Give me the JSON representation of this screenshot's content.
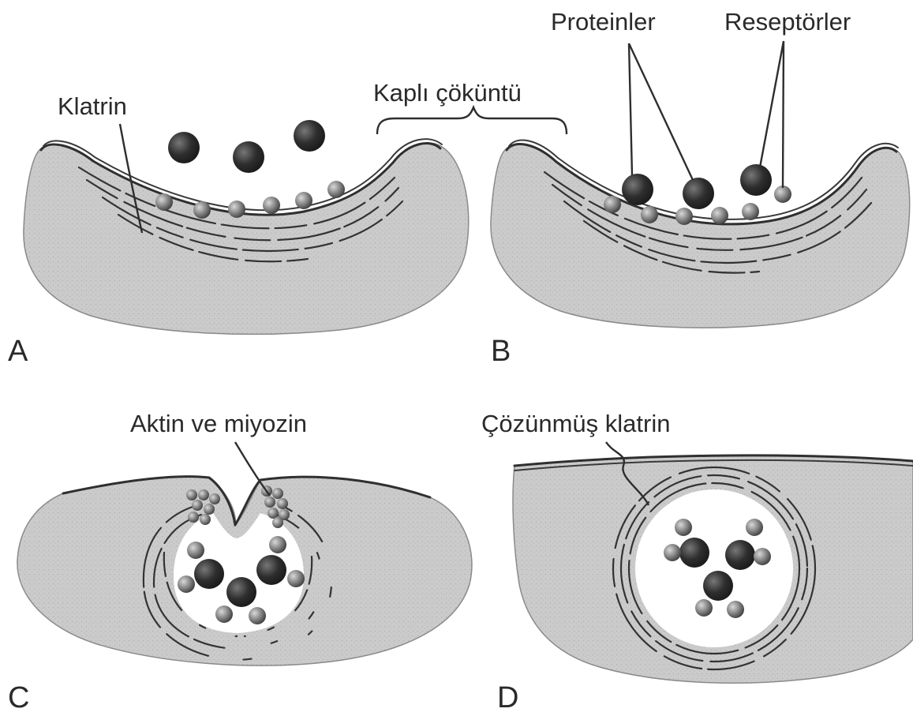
{
  "labels": {
    "klatrin": "Klatrin",
    "kapli_cokuntu": "Kaplı çöküntü",
    "proteinler": "Proteinler",
    "reseptorler": "Reseptörler",
    "aktin_miyozin": "Aktin ve miyozin",
    "cozunmus_klatrin": "Çözünmüş klatrin"
  },
  "panels": {
    "a": "A",
    "b": "B",
    "c": "C",
    "d": "D"
  },
  "colors": {
    "cytoplasm": "#c9c9c9",
    "membrane": "#2f2f2f",
    "large_particle": "#2b2b2b",
    "small_particle": "#7a7a7a",
    "background": "#ffffff"
  }
}
